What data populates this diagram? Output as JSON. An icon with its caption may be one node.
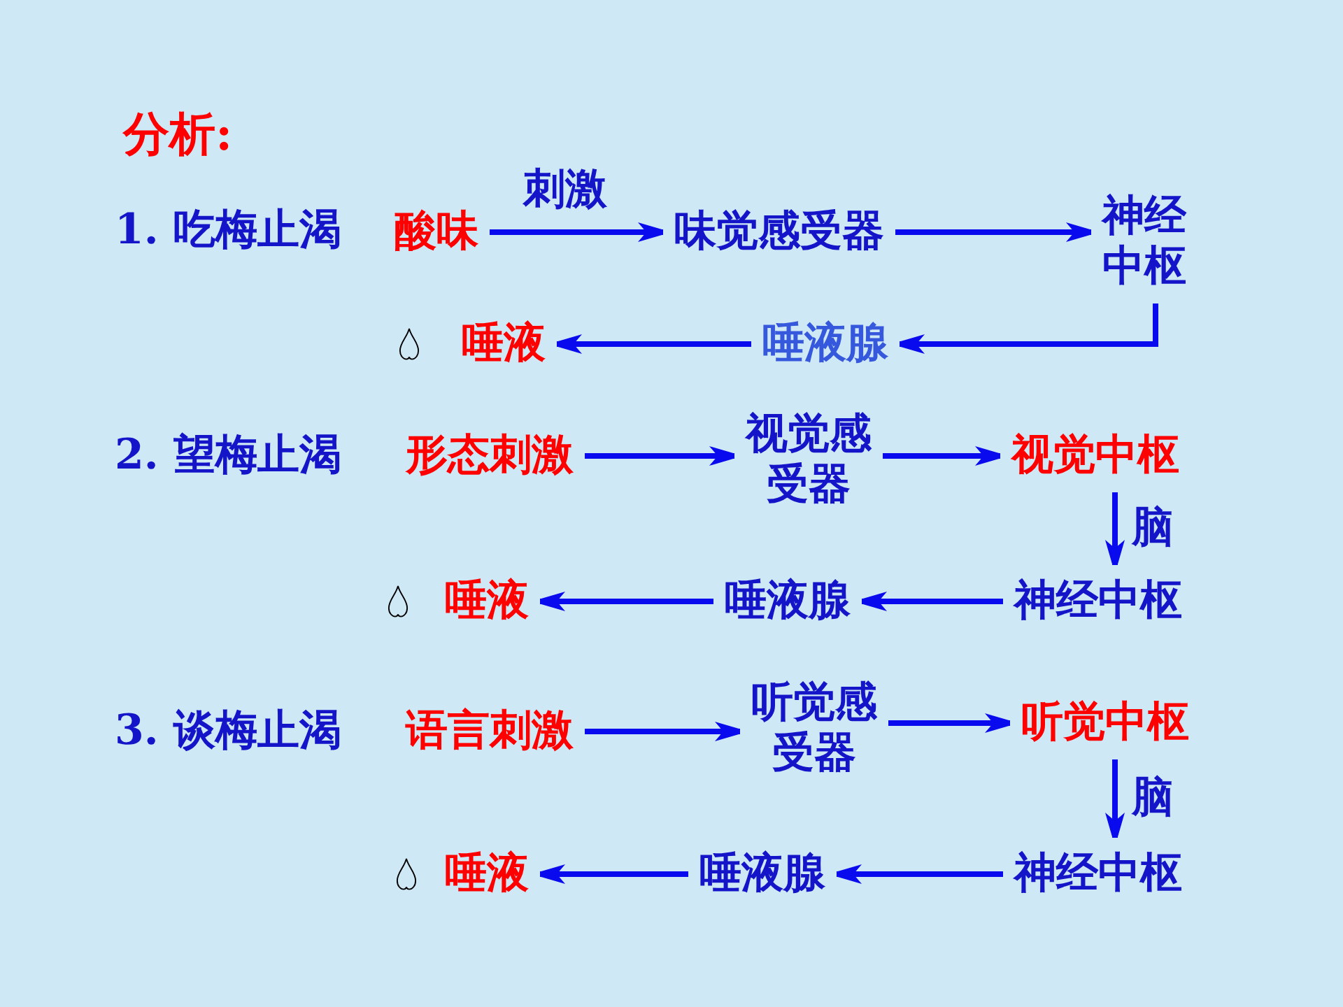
{
  "diagram": {
    "title": "分析:",
    "nodes": [
      {
        "text": [
          "酸味"
        ]
      },
      {
        "text": [
          "味觉感受器"
        ]
      },
      {
        "text": [
          "神经中枢"
        ]
      },
      {
        "text": [
          "唾液"
        ]
      },
      {
        "text": [
          "唾液腺"
        ]
      },
      {
        "text": [
          "形态刺激"
        ]
      },
      {
        "text": [
          "视觉感受器"
        ]
      },
      {
        "text": [
          "视觉中枢"
        ]
      },
      {
        "text": [
          "唾液"
        ]
      },
      {
        "text": [
          "唾液腺"
        ]
      },
      {
        "text": [
          "神经中枢"
        ]
      },
      {
        "text": [
          "语言刺激"
        ]
      },
      {
        "text": [
          "听觉感受器"
        ]
      },
      {
        "text": [
          "听觉中枢"
        ]
      },
      {
        "text": [
          "唾液"
        ]
      },
      {
        "text": [
          "唾液腺"
        ]
      },
      {
        "text": [
          "神经中枢"
        ]
      }
    ],
    "edges": [
      {
        "from": 0,
        "to": 1,
        "arrow": "to",
        "label": "刺激"
      },
      {
        "from": 1,
        "to": 2,
        "arrow": "to"
      },
      {
        "from": 2,
        "to": 4,
        "arrow": "to"
      },
      {
        "from": 4,
        "to": 3,
        "arrow": "to"
      },
      {
        "from": 5,
        "to": 6,
        "arrow": "to"
      },
      {
        "from": 6,
        "to": 7,
        "arrow": "to"
      },
      {
        "from": 7,
        "to": 10,
        "arrow": "to",
        "label": "脑"
      },
      {
        "from": 10,
        "to": 9,
        "arrow": "to"
      },
      {
        "from": 9,
        "to": 8,
        "arrow": "to"
      },
      {
        "from": 11,
        "to": 12,
        "arrow": "to"
      },
      {
        "from": 12,
        "to": 13,
        "arrow": "to"
      },
      {
        "from": 13,
        "to": 16,
        "arrow": "to",
        "label": "脑"
      },
      {
        "from": 16,
        "to": 15,
        "arrow": "to"
      },
      {
        "from": 15,
        "to": 14,
        "arrow": "to"
      }
    ],
    "labels": [
      "1. 吃梅止渴",
      "2. 望梅止渴",
      "3. 谈梅止渴"
    ]
  }
}
